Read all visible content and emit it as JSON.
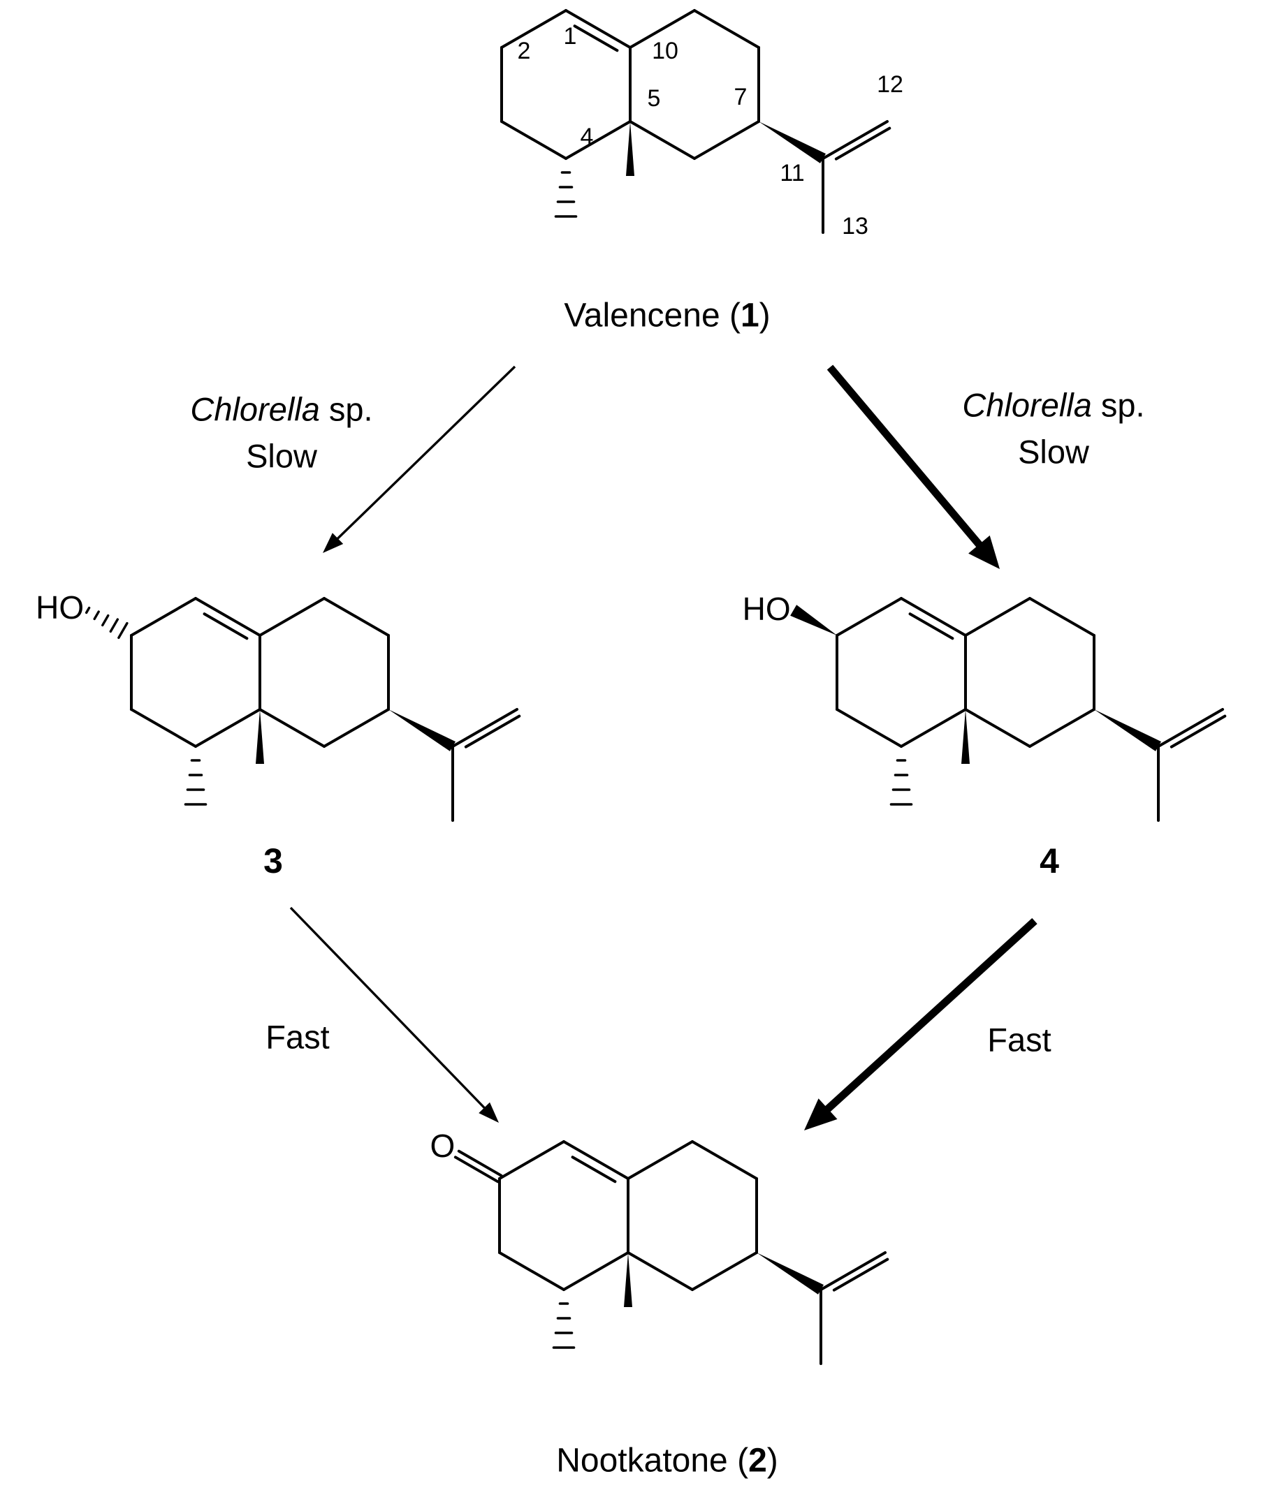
{
  "compounds": {
    "valencene": {
      "name_prefix": "Valencene (",
      "number": "1",
      "name_suffix": ")"
    },
    "compound3": {
      "number": "3"
    },
    "compound4": {
      "number": "4"
    },
    "nootkatone": {
      "name_prefix": "Nootkatone (",
      "number": "2",
      "name_suffix": ")"
    }
  },
  "reactions": {
    "valencene_to_3": {
      "organism": "Chlorella",
      "organism_suffix": " sp.",
      "rate": "Slow"
    },
    "valencene_to_4": {
      "organism": "Chlorella",
      "organism_suffix": " sp.",
      "rate": "Slow"
    },
    "c3_to_nootkatone": {
      "rate": "Fast"
    },
    "c4_to_nootkatone": {
      "rate": "Fast"
    }
  },
  "atoms": {
    "hydroxyl": "HO",
    "oxygen": "O",
    "numbering": {
      "c1": "1",
      "c2": "2",
      "c4": "4",
      "c5": "5",
      "c7": "7",
      "c10": "10",
      "c11": "11",
      "c12": "12",
      "c13": "13"
    }
  },
  "colors": {
    "ink": "#000000",
    "background": "#ffffff"
  }
}
